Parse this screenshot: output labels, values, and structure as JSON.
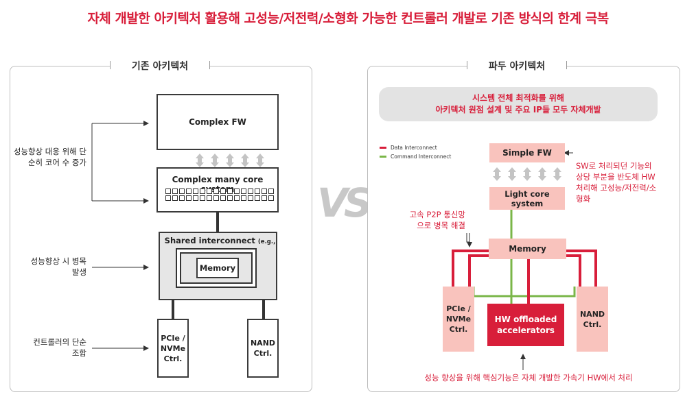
{
  "title": "자체 개발한 아키텍처 활용해 고성능/저전력/소형화 가능한 컨트롤러 개발로 기존 방식의 한계 극복",
  "vs_label": "VS",
  "left": {
    "label": "기존 아키텍처",
    "complex_fw": "Complex FW",
    "core_system": "Complex many core system",
    "interconnect_main": "Shared interconnect",
    "interconnect_sub": "(e.g., AXI)",
    "memory": "Memory",
    "pcie": "PCIe / NVMe Ctrl.",
    "nand": "NAND Ctrl.",
    "notes": {
      "cores": "성능향상 대응 위해 단순히 코어 수 증가",
      "bottleneck": "성능향상 시 병목 발생",
      "simple_combo": "컨트롤러의 단순 조합"
    }
  },
  "right": {
    "label": "파두 아키텍처",
    "banner_line1": "시스템 전체 최적화를 위해",
    "banner_line2": "아키텍처 원점 설계 및 주요 IP들 모두 자체개발",
    "legend": [
      {
        "label": "Data Interconnect",
        "color": "#d81e3a"
      },
      {
        "label": "Command Interconnect",
        "color": "#7ab648"
      }
    ],
    "simple_fw": "Simple FW",
    "light_core": "Light core system",
    "memory": "Memory",
    "pcie": "PCIe / NVMe Ctrl.",
    "nand": "NAND Ctrl.",
    "hw_accel": "HW offloaded accelerators",
    "notes": {
      "sw_offload": "SW로 처리되던 기능의 상당 부분을 반도체 HW 처리해 고성능/저전력/소형화",
      "p2p": "고속 P2P 통신망으로 병목 해결",
      "accel": "성능 향상을 위해 핵심기능은 자체 개발한 가속기 HW에서 처리"
    }
  },
  "colors": {
    "accent": "#d81e3a",
    "command": "#7ab648",
    "pink": "#f9c3bd"
  }
}
